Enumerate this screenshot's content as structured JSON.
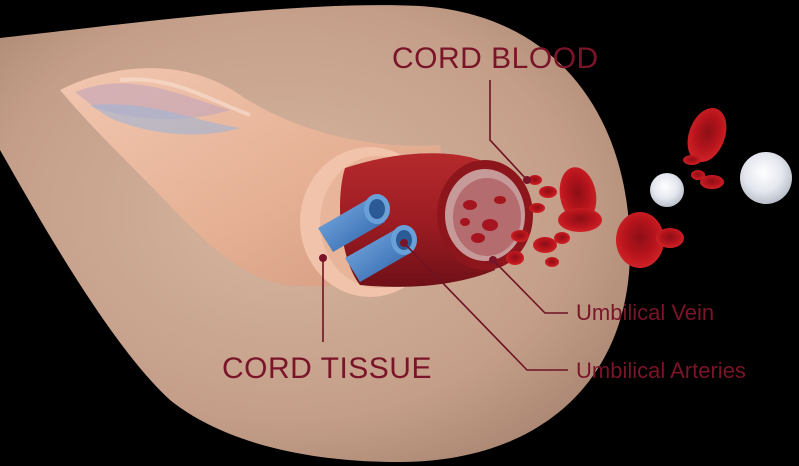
{
  "labels": {
    "cord_blood": "CORD BLOOD",
    "cord_tissue": "CORD TISSUE",
    "umbilical_vein": "Umbilical Vein",
    "umbilical_arteries": "Umbilical Arteries"
  },
  "colors": {
    "background": "#000000",
    "backdrop": "#c8a48e",
    "label_text": "#7a1428",
    "vein_red": "#a11b25",
    "artery_blue": "#4f86c6",
    "red_cell": "#b8141c",
    "white_cell": "#dfe3ea"
  }
}
